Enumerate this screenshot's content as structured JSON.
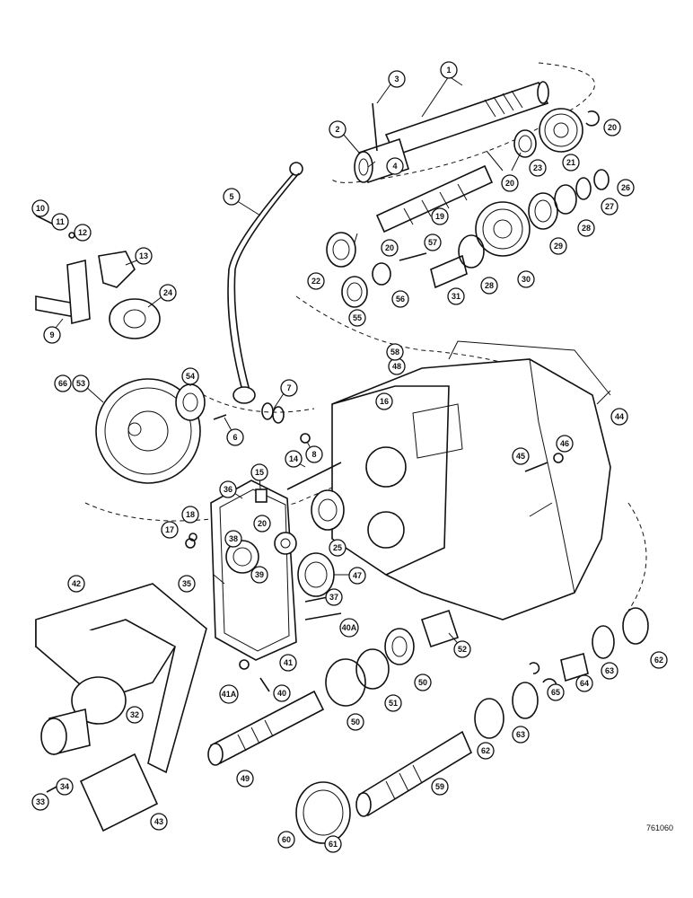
{
  "figure_ref": "761060",
  "callouts": [
    {
      "label": "1"
    },
    {
      "label": "2"
    },
    {
      "label": "3"
    },
    {
      "label": "4"
    },
    {
      "label": "5"
    },
    {
      "label": "6"
    },
    {
      "label": "7"
    },
    {
      "label": "8"
    },
    {
      "label": "9"
    },
    {
      "label": "10"
    },
    {
      "label": "11"
    },
    {
      "label": "12"
    },
    {
      "label": "13"
    },
    {
      "label": "14"
    },
    {
      "label": "15"
    },
    {
      "label": "16"
    },
    {
      "label": "17"
    },
    {
      "label": "18"
    },
    {
      "label": "19"
    },
    {
      "label": "20"
    },
    {
      "label": "20"
    },
    {
      "label": "20"
    },
    {
      "label": "20"
    },
    {
      "label": "21"
    },
    {
      "label": "22"
    },
    {
      "label": "23"
    },
    {
      "label": "24"
    },
    {
      "label": "25"
    },
    {
      "label": "26"
    },
    {
      "label": "27"
    },
    {
      "label": "28"
    },
    {
      "label": "28"
    },
    {
      "label": "29"
    },
    {
      "label": "30"
    },
    {
      "label": "31"
    },
    {
      "label": "32"
    },
    {
      "label": "33"
    },
    {
      "label": "34"
    },
    {
      "label": "35"
    },
    {
      "label": "36"
    },
    {
      "label": "37"
    },
    {
      "label": "38"
    },
    {
      "label": "39"
    },
    {
      "label": "40"
    },
    {
      "label": "40A"
    },
    {
      "label": "41"
    },
    {
      "label": "41A"
    },
    {
      "label": "42"
    },
    {
      "label": "43"
    },
    {
      "label": "44"
    },
    {
      "label": "45"
    },
    {
      "label": "46"
    },
    {
      "label": "47"
    },
    {
      "label": "48"
    },
    {
      "label": "49"
    },
    {
      "label": "50"
    },
    {
      "label": "50"
    },
    {
      "label": "51"
    },
    {
      "label": "52"
    },
    {
      "label": "53"
    },
    {
      "label": "54"
    },
    {
      "label": "55"
    },
    {
      "label": "56"
    },
    {
      "label": "57"
    },
    {
      "label": "58"
    },
    {
      "label": "59"
    },
    {
      "label": "60"
    },
    {
      "label": "61"
    },
    {
      "label": "62"
    },
    {
      "label": "62"
    },
    {
      "label": "63"
    },
    {
      "label": "63"
    },
    {
      "label": "64"
    },
    {
      "label": "65"
    },
    {
      "label": "66"
    }
  ]
}
